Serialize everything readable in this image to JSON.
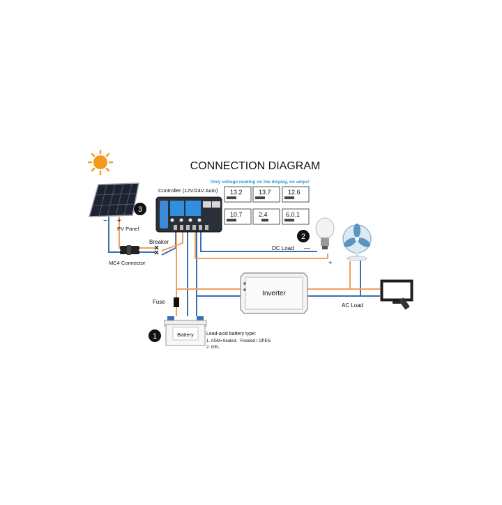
{
  "title": "CONNECTION DIAGRAM",
  "note": "Only voltage reading on the display, no amps!",
  "controller_label": "Controller (12V/24V Auto)",
  "pv_panel": {
    "label": "PV Panel",
    "minus": "−",
    "plus": "+",
    "badge": "3"
  },
  "mc4_label": "MC4 Connector",
  "breaker_label": "Breaker",
  "fuse_label": "Fuse",
  "battery": {
    "label": "Battery",
    "badge": "1",
    "type_title": "Lead-acid battery type:",
    "type_line1": "1. AGM=Sealed、Flooded / OPEN",
    "type_line2": "2. GEL"
  },
  "dc_load": {
    "label": "DC Load",
    "badge": "2",
    "minus": "—",
    "plus": "+"
  },
  "inverter_label": "Inverter",
  "ac_load_label": "AC Load",
  "displays": [
    "13.2",
    "13.7",
    "12.6",
    "10.7",
    "2.4",
    "6.0.1"
  ],
  "colors": {
    "positive": "#f0a060",
    "negative": "#3a6fb0",
    "controller": "#2a2f38",
    "lcd": "#2f8fe0",
    "sun": "#f39a1e"
  }
}
